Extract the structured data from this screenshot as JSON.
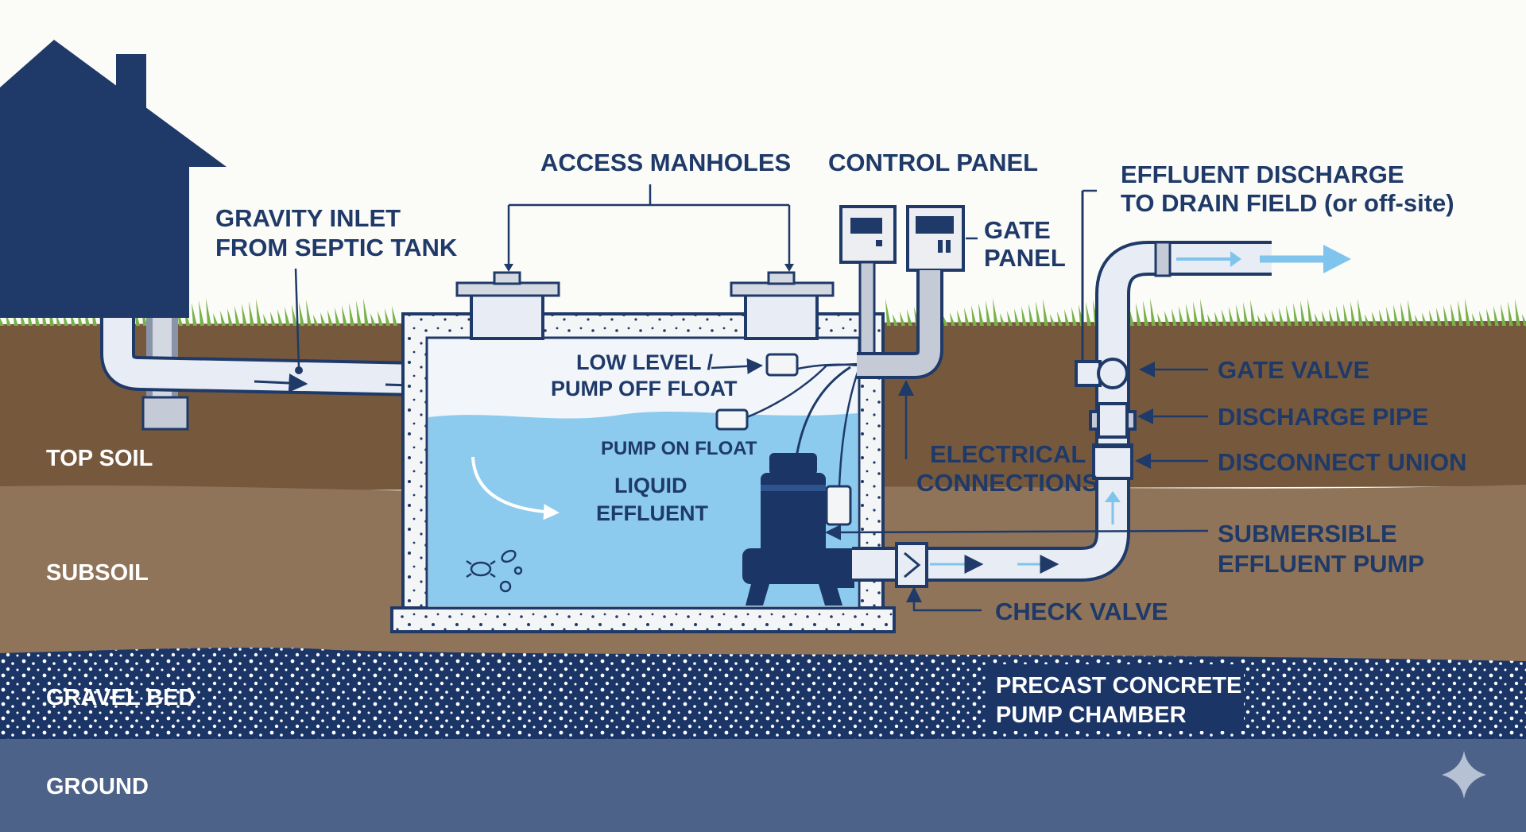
{
  "labels": {
    "gravity_inlet_1": "GRAVITY INLET",
    "gravity_inlet_2": "FROM SEPTIC TANK",
    "access_manholes": "ACCESS MANHOLES",
    "control_panel": "CONTROL PANEL",
    "gate_panel_1": "GATE",
    "gate_panel_2": "PANEL",
    "effluent_discharge_1": "EFFLUENT DISCHARGE",
    "effluent_discharge_2": "TO DRAIN FIELD (or off-site)",
    "low_level_1": "LOW LEVEL /",
    "low_level_2": "PUMP OFF FLOAT",
    "pump_on_float": "PUMP ON FLOAT",
    "liquid_effluent_1": "LIQUID",
    "liquid_effluent_2": "EFFLUENT",
    "electrical_1": "ELECTRICAL",
    "electrical_2": "CONNECTIONS",
    "gate_valve": "GATE VALVE",
    "discharge_pipe": "DISCHARGE PIPE",
    "disconnect_union": "DISCONNECT UNION",
    "submersible_1": "SUBMERSIBLE",
    "submersible_2": "EFFLUENT PUMP",
    "check_valve": "CHECK VALVE",
    "precast_1": "PRECAST CONCRETE",
    "precast_2": "PUMP CHAMBER"
  },
  "layers": {
    "top_soil": "TOP SOIL",
    "subsoil": "SUBSOIL",
    "gravel_bed": "GRAVEL BED",
    "ground": "GROUND"
  },
  "icons": [
    "house-icon",
    "bacteria-icon",
    "sparkle-icon"
  ],
  "colors": {
    "navy": "#1f3a68",
    "topsoil": "#76593d",
    "subsoil": "#8f7459",
    "gravel": "#1b3567",
    "ground": "#4d6289",
    "water": "#8ccbee",
    "grass": "#78b04a",
    "arrow": "#7ec4ec"
  }
}
